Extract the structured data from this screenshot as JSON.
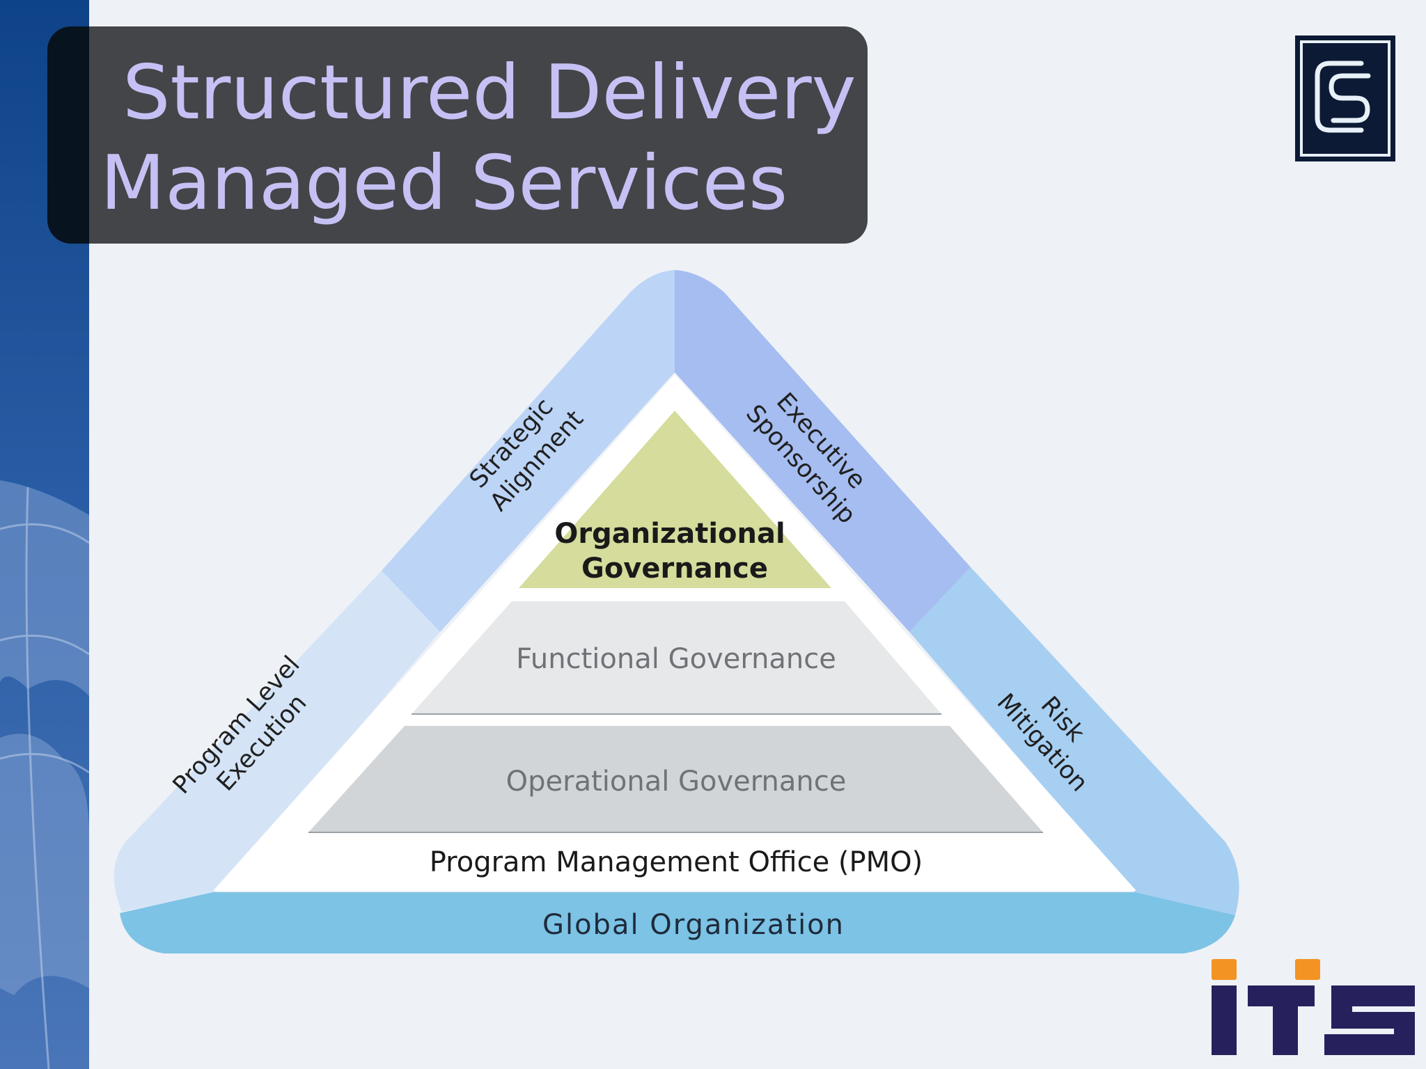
{
  "slide": {
    "title_line_1": "Structured Delivery",
    "title_line_2": "Managed Services",
    "logo_top_right": "CCS",
    "logo_bottom_right": "ITS"
  },
  "diagram": {
    "sides": {
      "left_upper": [
        "Strategic",
        "Alignment"
      ],
      "left_lower": [
        "Program Level",
        "Execution"
      ],
      "right_upper": [
        "Executive",
        "Sponsorship"
      ],
      "right_lower": [
        "Risk",
        "Mitigation"
      ],
      "base": "Global Organization"
    },
    "levels": {
      "top": [
        "Organizational",
        "Governance"
      ],
      "middle": "Functional Governance",
      "lower": "Operational Governance",
      "bottom": "Program Management Office (PMO)"
    }
  },
  "colors": {
    "title_box": "#434549",
    "title_text": "#c6c1f4",
    "left_upper": "#bcd4f6",
    "left_lower": "#d4e4f6",
    "right_upper": "#a5bdf0",
    "right_lower": "#a7cff2",
    "base": "#7cc3e5",
    "top_level": "#d5dc9c",
    "middle_level": "#e6e8ea",
    "lower_level": "#d2d5d7",
    "its_brand_orange": "#f39323",
    "its_brand_navy": "#26215d"
  }
}
